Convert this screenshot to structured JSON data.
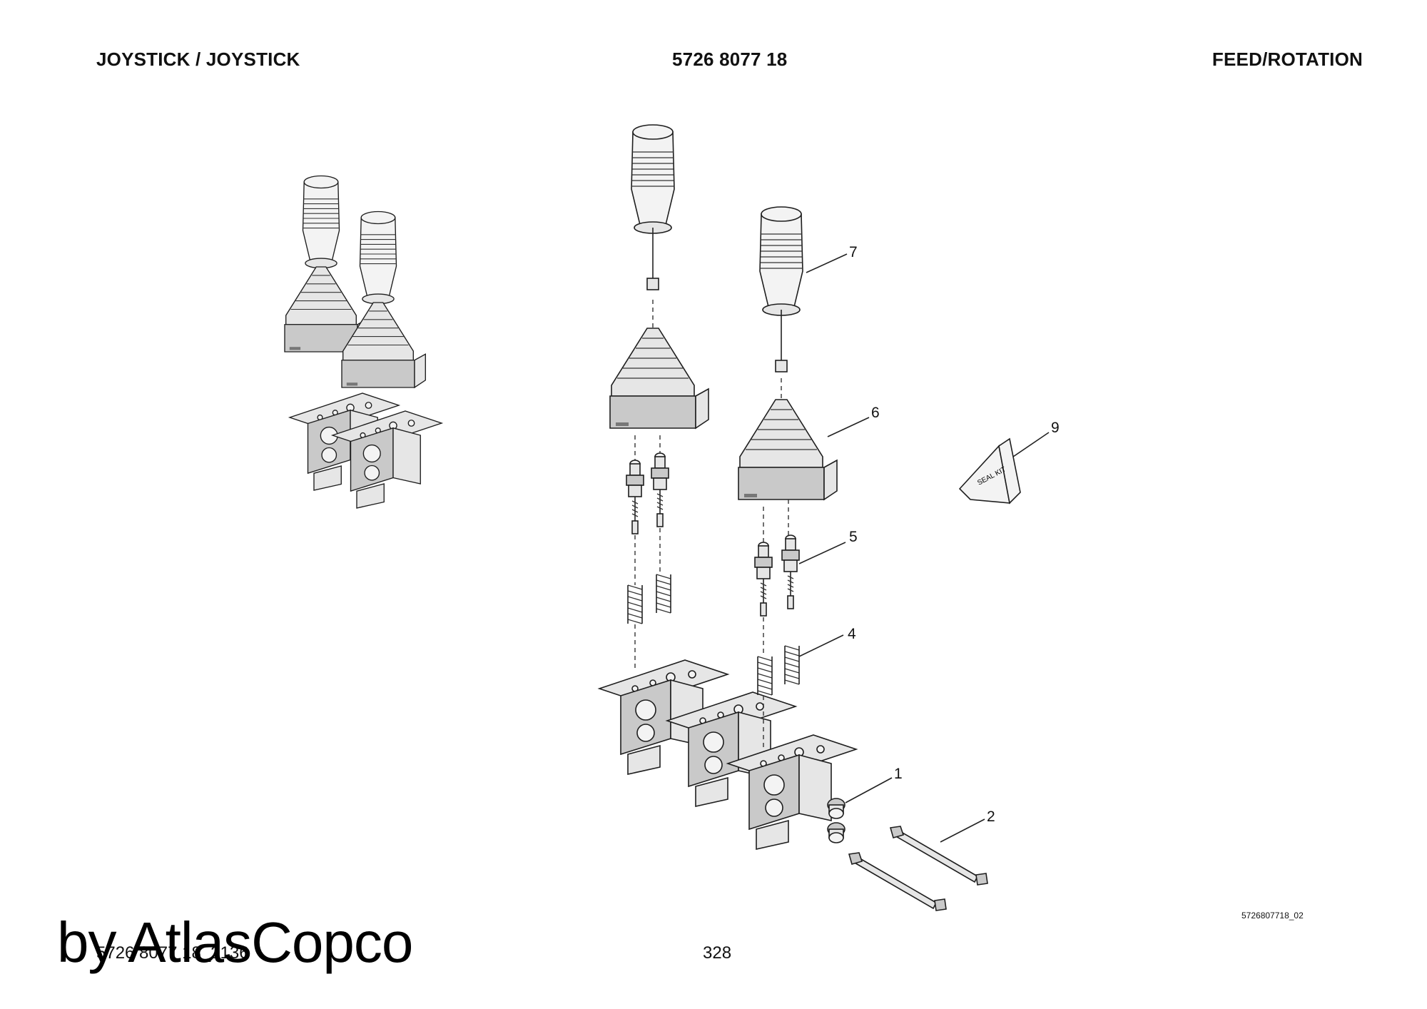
{
  "header": {
    "left_title": "JOYSTICK / JOYSTICK",
    "part_number": "5726 8077 18",
    "section": "FEED/ROTATION"
  },
  "callouts": [
    "1",
    "2",
    "4",
    "5",
    "6",
    "7",
    "9"
  ],
  "seal_kit_label": "SEAL KIT",
  "drawing_id": "5726807718_02",
  "footer": {
    "doc_ref": "5726 8077 18_2136",
    "page_number": "328",
    "watermark": "by AtlasCopco"
  },
  "colors": {
    "ink": "#111111",
    "part_fill": "#e6e6e6",
    "part_shade": "#c9c9c9"
  }
}
